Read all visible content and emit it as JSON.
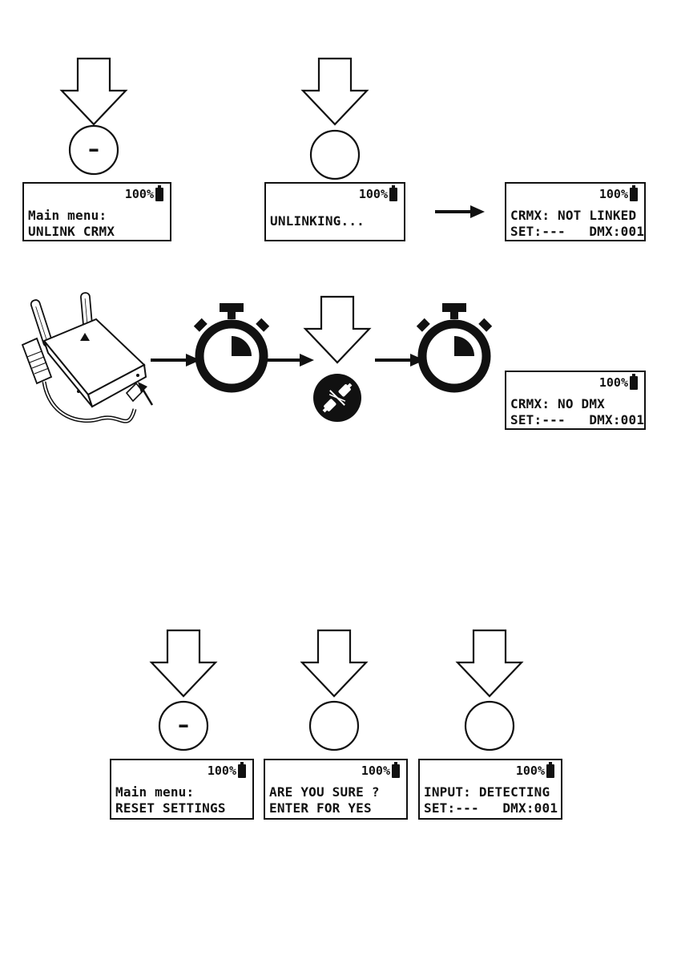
{
  "battery": "100%",
  "minus_symbol": "–",
  "section1": {
    "lcd1": {
      "line1": "Main menu:",
      "line2": "UNLINK CRMX"
    },
    "lcd2": {
      "line1": "UNLINKING...",
      "line2": ""
    },
    "lcd3": {
      "line1": "CRMX: NOT LINKED",
      "line2": "SET:---   DMX:001"
    }
  },
  "section2": {
    "lcd4": {
      "line1": "CRMX: NO DMX",
      "line2": "SET:---   DMX:001"
    }
  },
  "section3": {
    "lcd5": {
      "line1": "Main menu:",
      "line2": "RESET SETTINGS"
    },
    "lcd6": {
      "line1": "ARE YOU SURE ?",
      "line2": "ENTER FOR YES"
    },
    "lcd7": {
      "line1": "INPUT: DETECTING",
      "line2": "SET:---   DMX:001"
    }
  },
  "colors": {
    "ink": "#111111",
    "paper": "#ffffff"
  }
}
